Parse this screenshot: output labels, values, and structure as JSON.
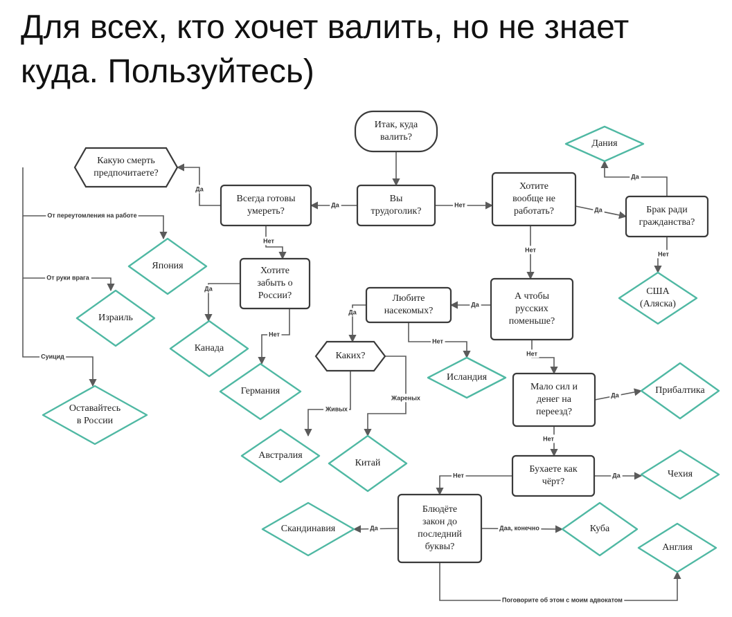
{
  "title": {
    "line1": "Для всех, кто хочет валить, но не знает",
    "line2": "куда. Пользуйтесь)"
  },
  "nodes": {
    "start": [
      "Итак, куда",
      "валить?"
    ],
    "workaholic": [
      "Вы",
      "трудоголик?"
    ],
    "ready_to_die": [
      "Всегда готовы",
      "умереть?"
    ],
    "which_death": [
      "Какую смерть",
      "предпочитаете?"
    ],
    "forget_russia": [
      "Хотите",
      "забыть о",
      "России?"
    ],
    "dont_work": [
      "Хотите",
      "вообще не",
      "работать?"
    ],
    "marriage": [
      "Брак ради",
      "гражданства?"
    ],
    "fewer_russians": [
      "А чтобы",
      "русских",
      "поменьше?"
    ],
    "insects": [
      "Любите",
      "насекомых?"
    ],
    "which_insects": [
      "Каких?"
    ],
    "low_money": [
      "Мало сил и",
      "денег на",
      "переезд?"
    ],
    "drink": [
      "Бухаете как",
      "чёрт?"
    ],
    "law": [
      "Блюдёте",
      "закон до",
      "последний",
      "буквы?"
    ],
    "denmark": [
      "Дания"
    ],
    "usa": [
      "США",
      "(Аляска)"
    ],
    "japan": [
      "Япония"
    ],
    "israel": [
      "Израиль"
    ],
    "stay": [
      "Оставайтесь",
      "в России"
    ],
    "canada": [
      "Канада"
    ],
    "germany": [
      "Германия"
    ],
    "iceland": [
      "Исландия"
    ],
    "australia": [
      "Австралия"
    ],
    "china": [
      "Китай"
    ],
    "baltics": [
      "Прибалтика"
    ],
    "czech": [
      "Чехия"
    ],
    "scandinavia": [
      "Скандинавия"
    ],
    "cuba": [
      "Куба"
    ],
    "england": [
      "Англия"
    ]
  },
  "edges": {
    "start_work": "",
    "work_ready": "Да",
    "work_dontwork": "Нет",
    "ready_death": "Да",
    "ready_forget": "Нет",
    "death_japan": "От переутомления на работе",
    "death_israel": "От руки врага",
    "death_stay": "Суицид",
    "forget_canada": "Да",
    "forget_germany": "Нет",
    "dontwork_marriage": "Да",
    "dontwork_fewer": "Нет",
    "marriage_denmark": "Да",
    "marriage_usa": "Нет",
    "fewer_insects": "Да",
    "fewer_low": "Нет",
    "insects_which": "Да",
    "insects_iceland": "Нет",
    "which_australia": "Живых",
    "which_china": "Жареных",
    "low_baltics": "Да",
    "low_drink": "Нет",
    "drink_czech": "Да",
    "drink_law": "Нет",
    "law_scandinavia": "Да",
    "law_cuba": "Даа, конечно",
    "law_england": "Поговорите об этом с моим адвокатом"
  },
  "colors": {
    "decision_stroke": "#3a3a3a",
    "country_stroke": "#4fb8a3",
    "connector": "#5a5a5a"
  }
}
